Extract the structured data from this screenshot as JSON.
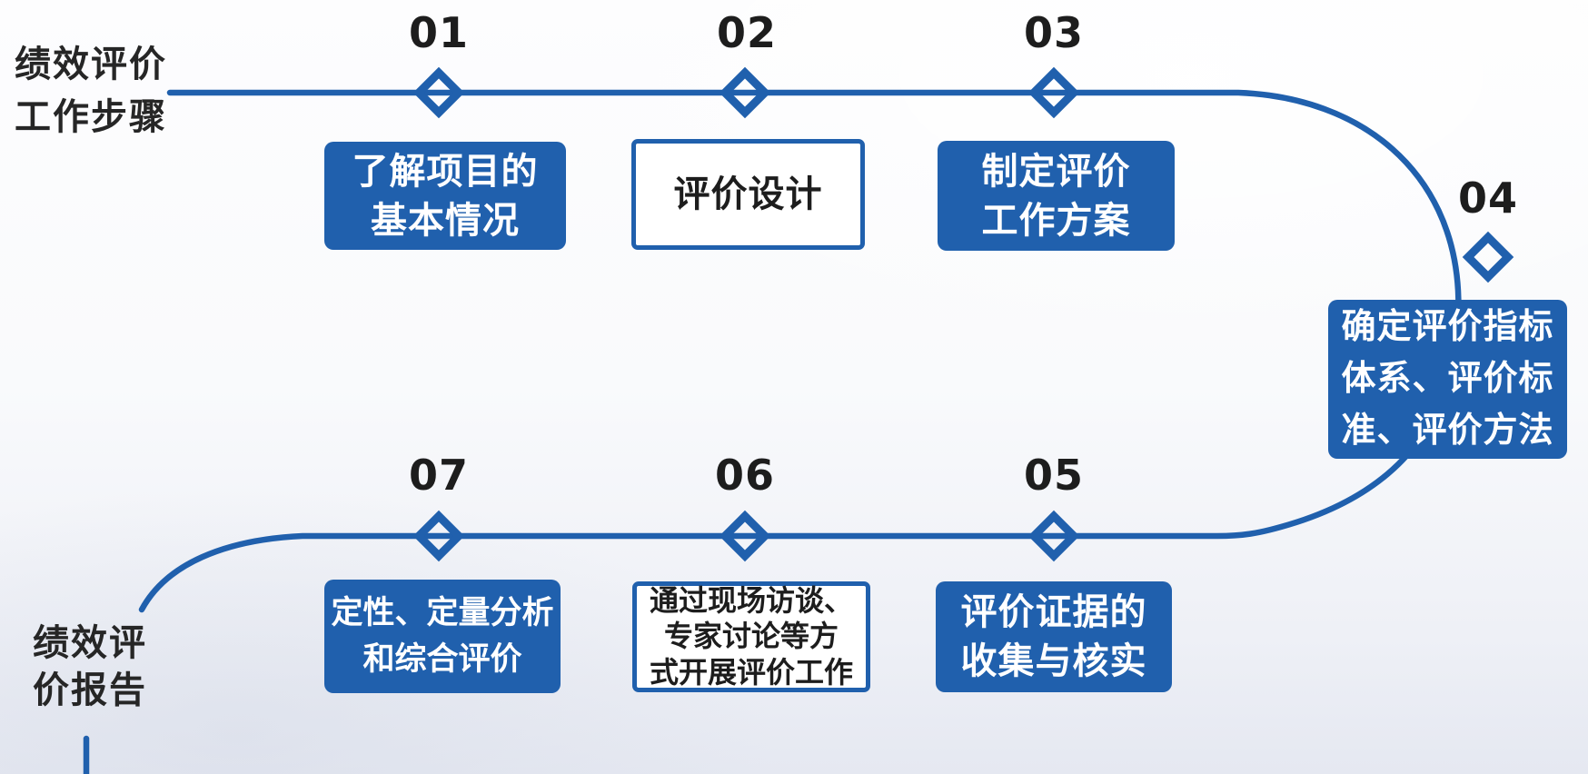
{
  "colors": {
    "accent_blue": "#2060ad",
    "number_text": "#1d1d1d",
    "filled_box_text": "#ffffff",
    "outline_box_text": "#1d1d1d"
  },
  "header_label": {
    "line1": "绩效评价",
    "line2": "工作步骤"
  },
  "footer_label": {
    "line1": "绩效评",
    "line2": "价报告"
  },
  "steps": [
    {
      "num": "01",
      "variant": "filled",
      "lines": [
        "了解项目的",
        "基本情况"
      ]
    },
    {
      "num": "02",
      "variant": "outline",
      "lines": [
        "评价设计"
      ]
    },
    {
      "num": "03",
      "variant": "filled",
      "lines": [
        "制定评价",
        "工作方案"
      ]
    },
    {
      "num": "04",
      "variant": "filled",
      "lines": [
        "确定评价指标",
        "体系、评价标",
        "准、评价方法"
      ]
    },
    {
      "num": "05",
      "variant": "filled",
      "lines": [
        "评价证据的",
        "收集与核实"
      ]
    },
    {
      "num": "06",
      "variant": "outline",
      "lines": [
        "通过现场访谈、",
        "专家讨论等方",
        "式开展评价工作"
      ]
    },
    {
      "num": "07",
      "variant": "filled",
      "lines": [
        "定性、定量分析",
        "和综合评价"
      ]
    }
  ]
}
